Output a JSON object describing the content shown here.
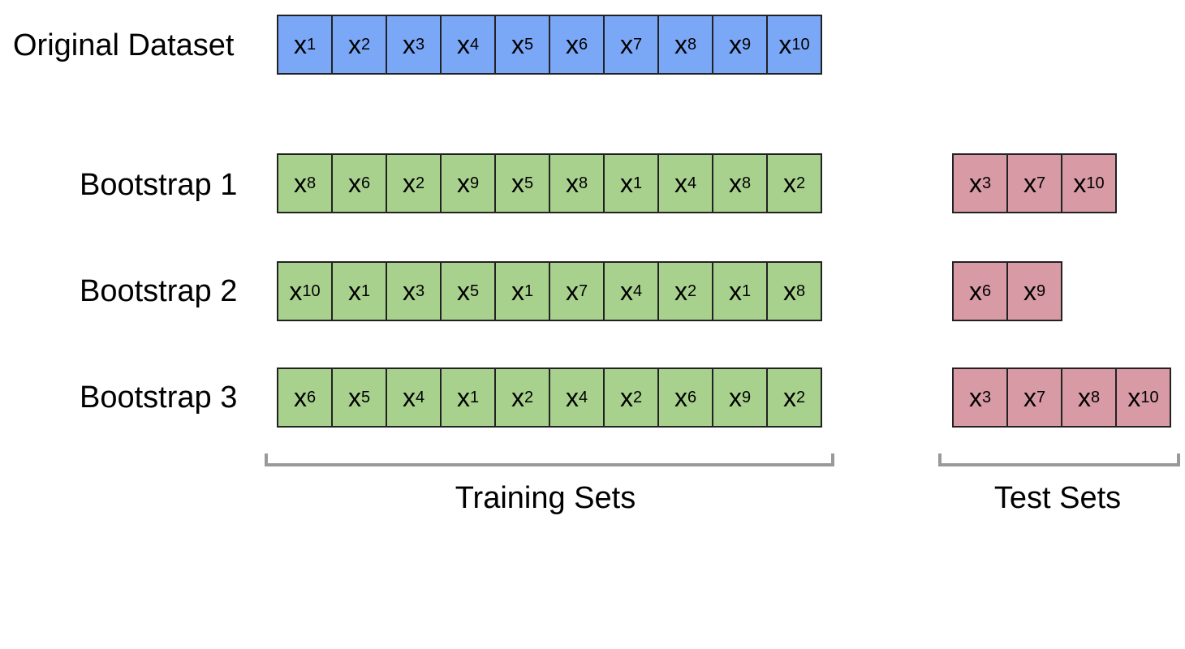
{
  "colors": {
    "original_fill": "#7BA7F7",
    "training_fill": "#A9D18E",
    "test_fill": "#D89AA4",
    "cell_border": "#222222",
    "bracket": "#999999"
  },
  "rows": [
    {
      "label": "Original Dataset",
      "kind": "original",
      "items": [
        {
          "var": "x",
          "idx": "1"
        },
        {
          "var": "x",
          "idx": "2"
        },
        {
          "var": "x",
          "idx": "3"
        },
        {
          "var": "x",
          "idx": "4"
        },
        {
          "var": "x",
          "idx": "5"
        },
        {
          "var": "x",
          "idx": "6"
        },
        {
          "var": "x",
          "idx": "7"
        },
        {
          "var": "x",
          "idx": "8"
        },
        {
          "var": "x",
          "idx": "9"
        },
        {
          "var": "x",
          "idx": "10"
        }
      ],
      "test": []
    },
    {
      "label": "Bootstrap 1",
      "kind": "bootstrap",
      "items": [
        {
          "var": "x",
          "idx": "8"
        },
        {
          "var": "x",
          "idx": "6"
        },
        {
          "var": "x",
          "idx": "2"
        },
        {
          "var": "x",
          "idx": "9"
        },
        {
          "var": "x",
          "idx": "5"
        },
        {
          "var": "x",
          "idx": "8"
        },
        {
          "var": "x",
          "idx": "1"
        },
        {
          "var": "x",
          "idx": "4"
        },
        {
          "var": "x",
          "idx": "8"
        },
        {
          "var": "x",
          "idx": "2"
        }
      ],
      "test": [
        {
          "var": "x",
          "idx": "3"
        },
        {
          "var": "x",
          "idx": "7"
        },
        {
          "var": "x",
          "idx": "10"
        }
      ]
    },
    {
      "label": "Bootstrap 2",
      "kind": "bootstrap",
      "items": [
        {
          "var": "x",
          "idx": "10"
        },
        {
          "var": "x",
          "idx": "1"
        },
        {
          "var": "x",
          "idx": "3"
        },
        {
          "var": "x",
          "idx": "5"
        },
        {
          "var": "x",
          "idx": "1"
        },
        {
          "var": "x",
          "idx": "7"
        },
        {
          "var": "x",
          "idx": "4"
        },
        {
          "var": "x",
          "idx": "2"
        },
        {
          "var": "x",
          "idx": "1"
        },
        {
          "var": "x",
          "idx": "8"
        }
      ],
      "test": [
        {
          "var": "x",
          "idx": "6"
        },
        {
          "var": "x",
          "idx": "9"
        }
      ]
    },
    {
      "label": "Bootstrap 3",
      "kind": "bootstrap",
      "items": [
        {
          "var": "x",
          "idx": "6"
        },
        {
          "var": "x",
          "idx": "5"
        },
        {
          "var": "x",
          "idx": "4"
        },
        {
          "var": "x",
          "idx": "1"
        },
        {
          "var": "x",
          "idx": "2"
        },
        {
          "var": "x",
          "idx": "4"
        },
        {
          "var": "x",
          "idx": "2"
        },
        {
          "var": "x",
          "idx": "6"
        },
        {
          "var": "x",
          "idx": "9"
        },
        {
          "var": "x",
          "idx": "2"
        }
      ],
      "test": [
        {
          "var": "x",
          "idx": "3"
        },
        {
          "var": "x",
          "idx": "7"
        },
        {
          "var": "x",
          "idx": "8"
        },
        {
          "var": "x",
          "idx": "10"
        }
      ]
    }
  ],
  "captions": {
    "training": "Training Sets",
    "test": "Test Sets"
  }
}
